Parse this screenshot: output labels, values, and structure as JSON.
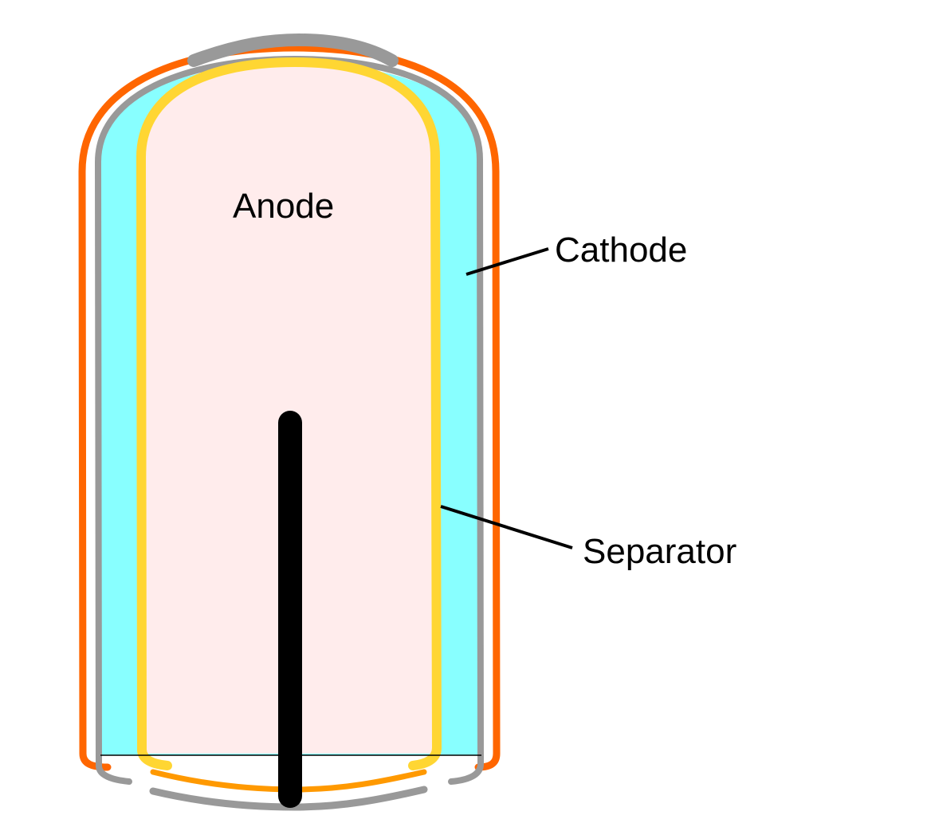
{
  "labels": {
    "anode": "Anode",
    "cathode": "Cathode",
    "separator": "Separator"
  },
  "colors": {
    "outer_casing": "#ff6600",
    "cathode_fill": "#88ffff",
    "current_collector": "#999999",
    "separator": "#ffd633",
    "anode_fill": "#ffecec",
    "bottom_seal": "#ff9900",
    "anode_rod": "#000000",
    "leader_line": "#000000"
  }
}
